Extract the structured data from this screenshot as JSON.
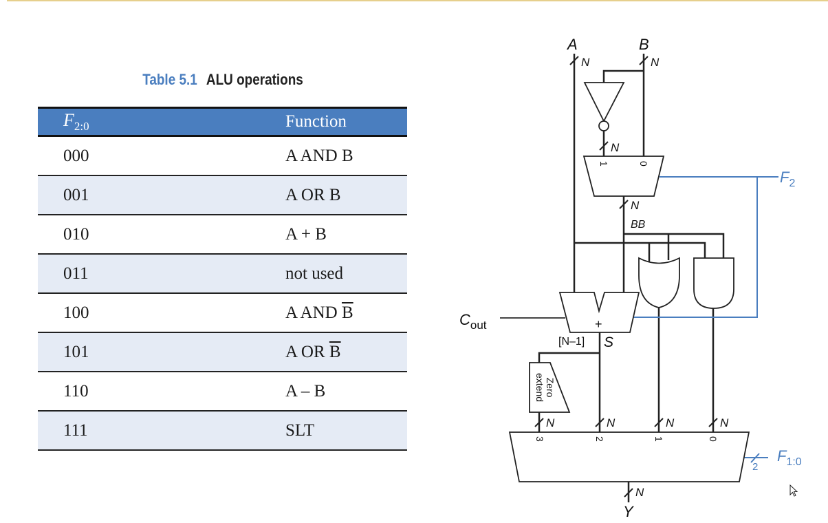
{
  "caption": {
    "number": "Table 5.1",
    "title": "ALU operations"
  },
  "table": {
    "headers": {
      "control": "F",
      "control_sub": "2:0",
      "function": "Function"
    },
    "rows": [
      {
        "code": "000",
        "function": "A AND B",
        "overline_b": false
      },
      {
        "code": "001",
        "function": "A OR B",
        "overline_b": false
      },
      {
        "code": "010",
        "function": "A + B",
        "overline_b": false
      },
      {
        "code": "011",
        "function": "not used",
        "overline_b": false
      },
      {
        "code": "100",
        "function_prefix": "A AND ",
        "function_bar": "B",
        "overline_b": true
      },
      {
        "code": "101",
        "function_prefix": "A OR ",
        "function_bar": "B",
        "overline_b": true
      },
      {
        "code": "110",
        "function": "A – B",
        "overline_b": false
      },
      {
        "code": "111",
        "function": "SLT",
        "overline_b": false
      }
    ]
  },
  "diagram": {
    "inputs": {
      "a": "A",
      "b": "B"
    },
    "bus_width": "N",
    "bb_label": "BB",
    "mux2_inputs": [
      "1",
      "0"
    ],
    "adder_symbol": "+",
    "carry_out": {
      "main": "C",
      "sub": "out"
    },
    "msb_select": "[N–1]",
    "sum_label": "S",
    "zero_extend": [
      "Zero",
      "extend"
    ],
    "mux4_inputs": [
      "3",
      "2",
      "1",
      "0"
    ],
    "f2_label": {
      "main": "F",
      "sub": "2"
    },
    "f10_label": {
      "main": "F",
      "sub": "1:0"
    },
    "select_width": "2",
    "output": "Y",
    "colors": {
      "wire": "#222222",
      "control": "#4a7ebf",
      "header": "#4a7ebf",
      "row_alt": "#e5ebf5"
    }
  }
}
